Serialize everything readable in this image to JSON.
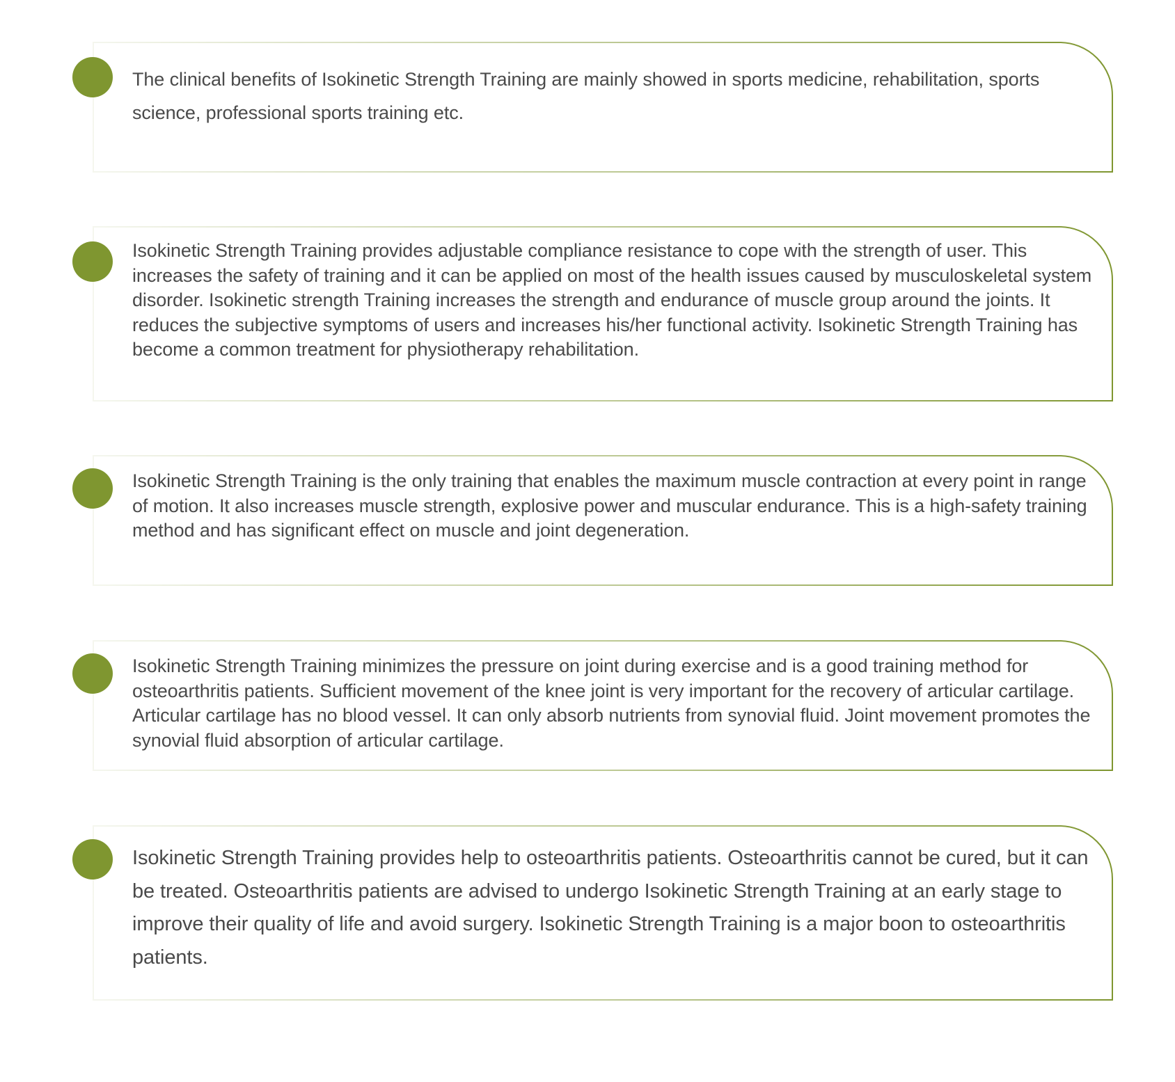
{
  "theme": {
    "accent": "#7f9630",
    "text_color": "#4a4a4a",
    "border_color": "#7f9630"
  },
  "items": [
    {
      "icon": "bullet-dot-icon",
      "text": "The clinical benefits of Isokinetic Strength Training are mainly showed in sports medicine, rehabilitation, sports science, professional sports training etc."
    },
    {
      "icon": "bullet-dot-icon",
      "text": "Isokinetic Strength Training provides adjustable compliance resistance to cope with the strength of user. This increases the safety of training and it can be applied on most of the health issues caused by musculoskeletal system disorder. Isokinetic strength Training increases the strength and endurance of muscle group around the joints. It reduces the subjective symptoms of users and increases his/her functional activity. Isokinetic Strength Training has become a common treatment for physiotherapy rehabilitation."
    },
    {
      "icon": "bullet-dot-icon",
      "text": "Isokinetic Strength Training is the only training that enables the maximum muscle contraction at every point in range of motion. It also increases muscle strength, explosive power and muscular endurance. This is a high-safety training method and has significant effect on muscle and joint degeneration."
    },
    {
      "icon": "bullet-dot-icon",
      "text": "Isokinetic Strength Training minimizes the pressure on joint during exercise and is a good training method for osteoarthritis patients. Sufficient movement of the knee joint is very important for the recovery of articular cartilage. Articular cartilage has no blood vessel. It can only absorb nutrients from synovial fluid. Joint movement promotes the synovial fluid absorption of articular cartilage."
    },
    {
      "icon": "bullet-dot-icon",
      "text": "Isokinetic Strength Training provides help to osteoarthritis patients. Osteoarthritis cannot be cured, but it can be treated. Osteoarthritis patients are advised to undergo Isokinetic Strength Training at an early stage to improve their quality of life and avoid surgery. Isokinetic Strength Training is a major boon to osteoarthritis patients."
    }
  ]
}
